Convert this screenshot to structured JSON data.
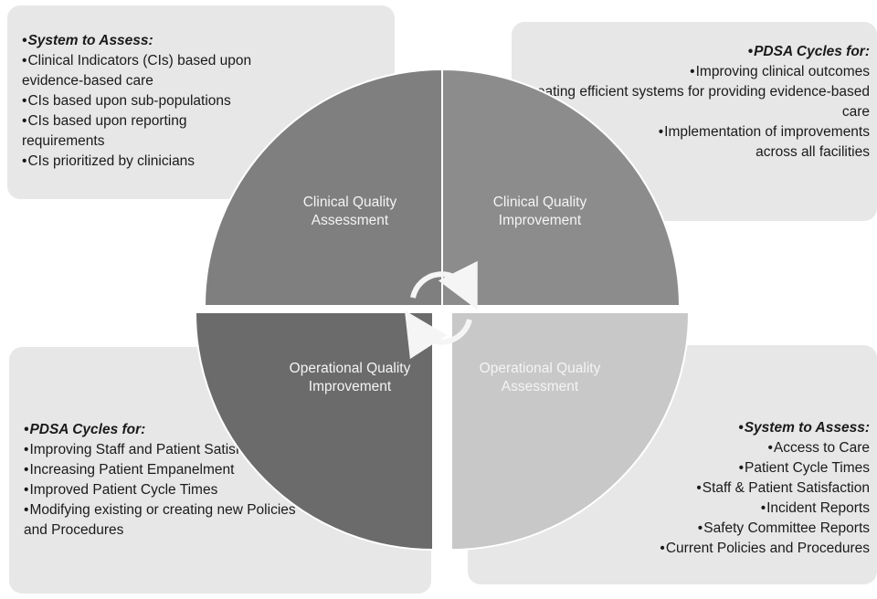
{
  "top_left": {
    "heading": "System to Assess:",
    "items": [
      "Clinical Indicators (CIs) based upon evidence-based care",
      "CIs based upon sub-populations",
      "CIs based upon reporting requirements",
      "CIs prioritized by clinicians"
    ]
  },
  "top_right": {
    "heading": "PDSA Cycles for:",
    "items": [
      "Improving clinical outcomes",
      "Creating efficient systems for providing evidence-based care",
      "Implementation of improvements across all facilities"
    ]
  },
  "bottom_left": {
    "heading": "PDSA Cycles for:",
    "items": [
      "Improving Staff and Patient Satisfaction",
      "Increasing Patient Empanelment",
      "Improved Patient Cycle Times",
      "Modifying existing or creating new Policies and Procedures"
    ]
  },
  "bottom_right": {
    "heading": "System to Assess:",
    "items": [
      "Access to Care",
      "Patient Cycle Times",
      "Staff & Patient Satisfaction",
      "Incident Reports",
      "Safety Committee Reports",
      "Current Policies and Procedures"
    ]
  },
  "quadrants": {
    "q1": "Clinical Quality Assessment",
    "q2": "Clinical Quality Improvement",
    "q3": "Operational Quality Improvement",
    "q4": "Operational Quality Assessment"
  },
  "colors": {
    "box_fill": "#e7e7e7",
    "q1_fill": "#7f7f7f",
    "q2_fill": "#8c8c8c",
    "q3_fill": "#6b6b6b",
    "q4_fill": "#c8c8c8"
  },
  "icons": {
    "center": "cycle-arrows-icon"
  }
}
